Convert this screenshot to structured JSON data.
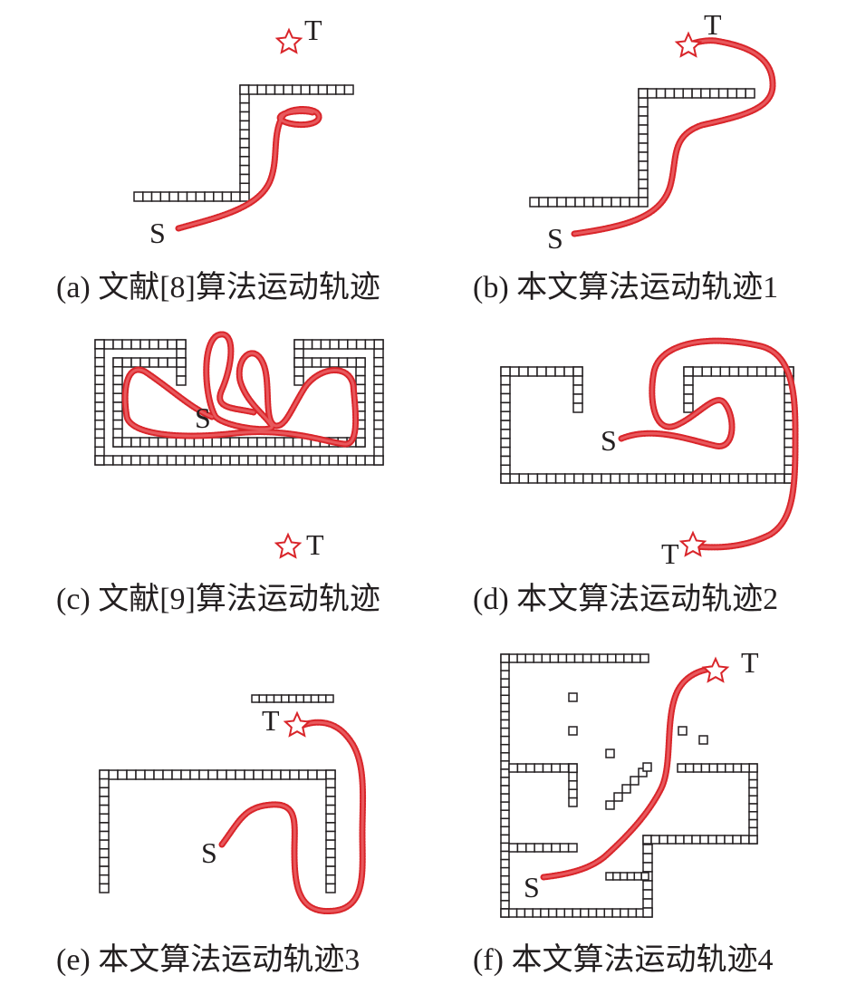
{
  "colors": {
    "path": "#d9252a",
    "wall": "#231f20",
    "background": "#ffffff"
  },
  "markers": {
    "start": "S",
    "target": "T",
    "target_icon": "star-icon"
  },
  "panels": [
    {
      "id": "a",
      "caption": "(a) 文献[8]算法运动轨迹"
    },
    {
      "id": "b",
      "caption": "(b) 本文算法运动轨迹1"
    },
    {
      "id": "c",
      "caption": "(c) 文献[9]算法运动轨迹"
    },
    {
      "id": "d",
      "caption": "(d) 本文算法运动轨迹2"
    },
    {
      "id": "e",
      "caption": "(e) 本文算法运动轨迹3"
    },
    {
      "id": "f",
      "caption": "(f) 本文算法运动轨迹4"
    }
  ]
}
